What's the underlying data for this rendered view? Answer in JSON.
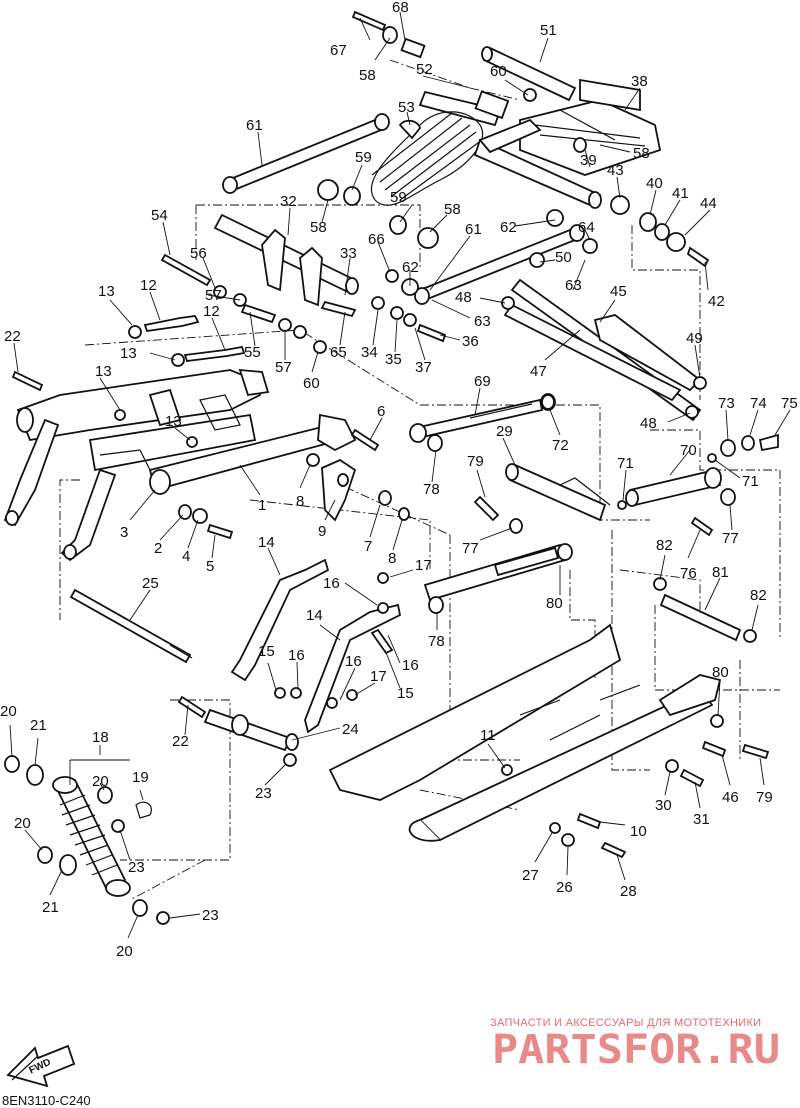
{
  "diagram": {
    "code": "8EN3110-C240",
    "fwd_label": "FWD",
    "callouts": [
      {
        "id": "c68",
        "text": "68"
      },
      {
        "id": "c67",
        "text": "67"
      },
      {
        "id": "c58a",
        "text": "58"
      },
      {
        "id": "c51",
        "text": "51"
      },
      {
        "id": "c52",
        "text": "52"
      },
      {
        "id": "c53",
        "text": "53"
      },
      {
        "id": "c60a",
        "text": "60"
      },
      {
        "id": "c38",
        "text": "38"
      },
      {
        "id": "c61a",
        "text": "61"
      },
      {
        "id": "c59a",
        "text": "59"
      },
      {
        "id": "c58b",
        "text": "58"
      },
      {
        "id": "c39",
        "text": "39"
      },
      {
        "id": "c43",
        "text": "43"
      },
      {
        "id": "c40",
        "text": "40"
      },
      {
        "id": "c41",
        "text": "41"
      },
      {
        "id": "c44",
        "text": "44"
      },
      {
        "id": "c54",
        "text": "54"
      },
      {
        "id": "c32",
        "text": "32"
      },
      {
        "id": "c58c",
        "text": "58"
      },
      {
        "id": "c59b",
        "text": "59"
      },
      {
        "id": "c58d",
        "text": "58"
      },
      {
        "id": "c61b",
        "text": "61"
      },
      {
        "id": "c62a",
        "text": "62"
      },
      {
        "id": "c64",
        "text": "64"
      },
      {
        "id": "c66",
        "text": "66"
      },
      {
        "id": "c56",
        "text": "56"
      },
      {
        "id": "c33",
        "text": "33"
      },
      {
        "id": "c62b",
        "text": "62"
      },
      {
        "id": "c50",
        "text": "50"
      },
      {
        "id": "c63a",
        "text": "63"
      },
      {
        "id": "c42",
        "text": "42"
      },
      {
        "id": "c13a",
        "text": "13"
      },
      {
        "id": "c12a",
        "text": "12"
      },
      {
        "id": "c57a",
        "text": "57"
      },
      {
        "id": "c48a",
        "text": "48"
      },
      {
        "id": "c45",
        "text": "45"
      },
      {
        "id": "c12b",
        "text": "12"
      },
      {
        "id": "c63b",
        "text": "63"
      },
      {
        "id": "c22a",
        "text": "22"
      },
      {
        "id": "c13b",
        "text": "13"
      },
      {
        "id": "c55",
        "text": "55"
      },
      {
        "id": "c65",
        "text": "65"
      },
      {
        "id": "c34",
        "text": "34"
      },
      {
        "id": "c35",
        "text": "35"
      },
      {
        "id": "c37",
        "text": "37"
      },
      {
        "id": "c36",
        "text": "36"
      },
      {
        "id": "c49",
        "text": "49"
      },
      {
        "id": "c57b",
        "text": "57"
      },
      {
        "id": "c60b",
        "text": "60"
      },
      {
        "id": "c47",
        "text": "47"
      },
      {
        "id": "c13c",
        "text": "13"
      },
      {
        "id": "c69",
        "text": "69"
      },
      {
        "id": "c73",
        "text": "73"
      },
      {
        "id": "c74",
        "text": "74"
      },
      {
        "id": "c75",
        "text": "75"
      },
      {
        "id": "c48b",
        "text": "48"
      },
      {
        "id": "c6",
        "text": "6"
      },
      {
        "id": "c13d",
        "text": "13"
      },
      {
        "id": "c72",
        "text": "72"
      },
      {
        "id": "c29",
        "text": "29"
      },
      {
        "id": "c70",
        "text": "70"
      },
      {
        "id": "c71a",
        "text": "71"
      },
      {
        "id": "c71b",
        "text": "71"
      },
      {
        "id": "c78a",
        "text": "78"
      },
      {
        "id": "c79a",
        "text": "79"
      },
      {
        "id": "c1",
        "text": "1"
      },
      {
        "id": "c8a",
        "text": "8"
      },
      {
        "id": "c9",
        "text": "9"
      },
      {
        "id": "c3",
        "text": "3"
      },
      {
        "id": "c2",
        "text": "2"
      },
      {
        "id": "c4",
        "text": "4"
      },
      {
        "id": "c5",
        "text": "5"
      },
      {
        "id": "c7",
        "text": "7"
      },
      {
        "id": "c8b",
        "text": "8"
      },
      {
        "id": "c77a",
        "text": "77"
      },
      {
        "id": "c77b",
        "text": "77"
      },
      {
        "id": "c76",
        "text": "76"
      },
      {
        "id": "c82a",
        "text": "82"
      },
      {
        "id": "c14a",
        "text": "14"
      },
      {
        "id": "c17a",
        "text": "17"
      },
      {
        "id": "c81",
        "text": "81"
      },
      {
        "id": "c16a",
        "text": "16"
      },
      {
        "id": "c25",
        "text": "25"
      },
      {
        "id": "c80a",
        "text": "80"
      },
      {
        "id": "c78b",
        "text": "78"
      },
      {
        "id": "c82b",
        "text": "82"
      },
      {
        "id": "c14b",
        "text": "14"
      },
      {
        "id": "c16b",
        "text": "16"
      },
      {
        "id": "c15a",
        "text": "15"
      },
      {
        "id": "c16c",
        "text": "16"
      },
      {
        "id": "c16d",
        "text": "16"
      },
      {
        "id": "c17b",
        "text": "17"
      },
      {
        "id": "c15b",
        "text": "15"
      },
      {
        "id": "c80b",
        "text": "80"
      },
      {
        "id": "c24",
        "text": "24"
      },
      {
        "id": "c22b",
        "text": "22"
      },
      {
        "id": "c20a",
        "text": "20"
      },
      {
        "id": "c21a",
        "text": "21"
      },
      {
        "id": "c18",
        "text": "18"
      },
      {
        "id": "c11",
        "text": "11"
      },
      {
        "id": "c19",
        "text": "19"
      },
      {
        "id": "c20b",
        "text": "20"
      },
      {
        "id": "c23a",
        "text": "23"
      },
      {
        "id": "c30",
        "text": "30"
      },
      {
        "id": "c46",
        "text": "46"
      },
      {
        "id": "c79b",
        "text": "79"
      },
      {
        "id": "c31",
        "text": "31"
      },
      {
        "id": "c10",
        "text": "10"
      },
      {
        "id": "c20c",
        "text": "20"
      },
      {
        "id": "c23b",
        "text": "23"
      },
      {
        "id": "c27",
        "text": "27"
      },
      {
        "id": "c26",
        "text": "26"
      },
      {
        "id": "c28",
        "text": "28"
      },
      {
        "id": "c21b",
        "text": "21"
      },
      {
        "id": "c23c",
        "text": "23"
      },
      {
        "id": "c20d",
        "text": "20"
      }
    ]
  },
  "watermark": {
    "subtitle": "ЗАПЧАСТИ И АКСЕССУАРЫ ДЛЯ МОТОТЕХНИКИ",
    "brand": "PARTSFOR.RU",
    "color": "#e56b6b"
  }
}
